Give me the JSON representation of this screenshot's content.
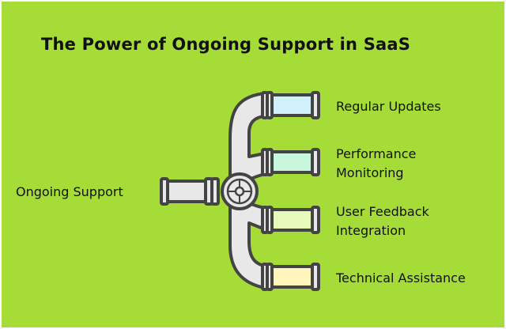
{
  "title": "The Power of Ongoing Support in SaaS",
  "source": "Ongoing Support",
  "branches": [
    {
      "label": "Regular Updates",
      "color": "#d2f1fb"
    },
    {
      "label": "Performance Monitoring",
      "line1": "Performance",
      "line2": "Monitoring",
      "color": "#c8f7de"
    },
    {
      "label": "User Feedback Integration",
      "line1": "User Feedback",
      "line2": "Integration",
      "color": "#e6fbb9"
    },
    {
      "label": "Technical Assistance",
      "color": "#fff6bd"
    }
  ],
  "colors": {
    "background": "#a6dc37",
    "pipe": "#e8e8e8",
    "stroke": "#444444"
  }
}
